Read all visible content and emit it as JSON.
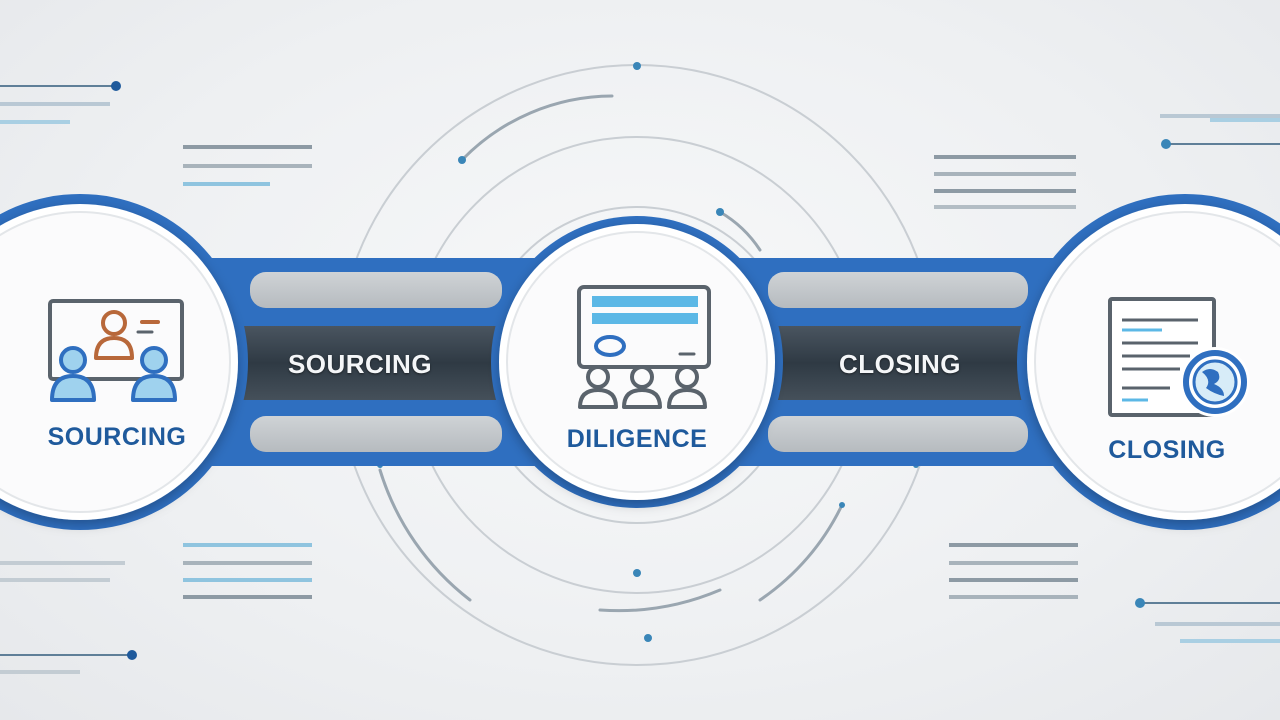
{
  "colors": {
    "accent_blue": "#2f6fc0",
    "dark_band": "#3b4650",
    "label_blue": "#1f5a9c",
    "person_orange": "#b8683a",
    "light_blue": "#5cb8e6",
    "icon_gray": "#5a636c"
  },
  "connectors": [
    {
      "label": "SOURCING"
    },
    {
      "label": "CLOSING"
    }
  ],
  "stages": [
    {
      "label": "SOURCING",
      "icon": "video-conference-icon"
    },
    {
      "label": "DILIGENCE",
      "icon": "team-review-icon"
    },
    {
      "label": "CLOSING",
      "icon": "document-globe-icon"
    }
  ]
}
